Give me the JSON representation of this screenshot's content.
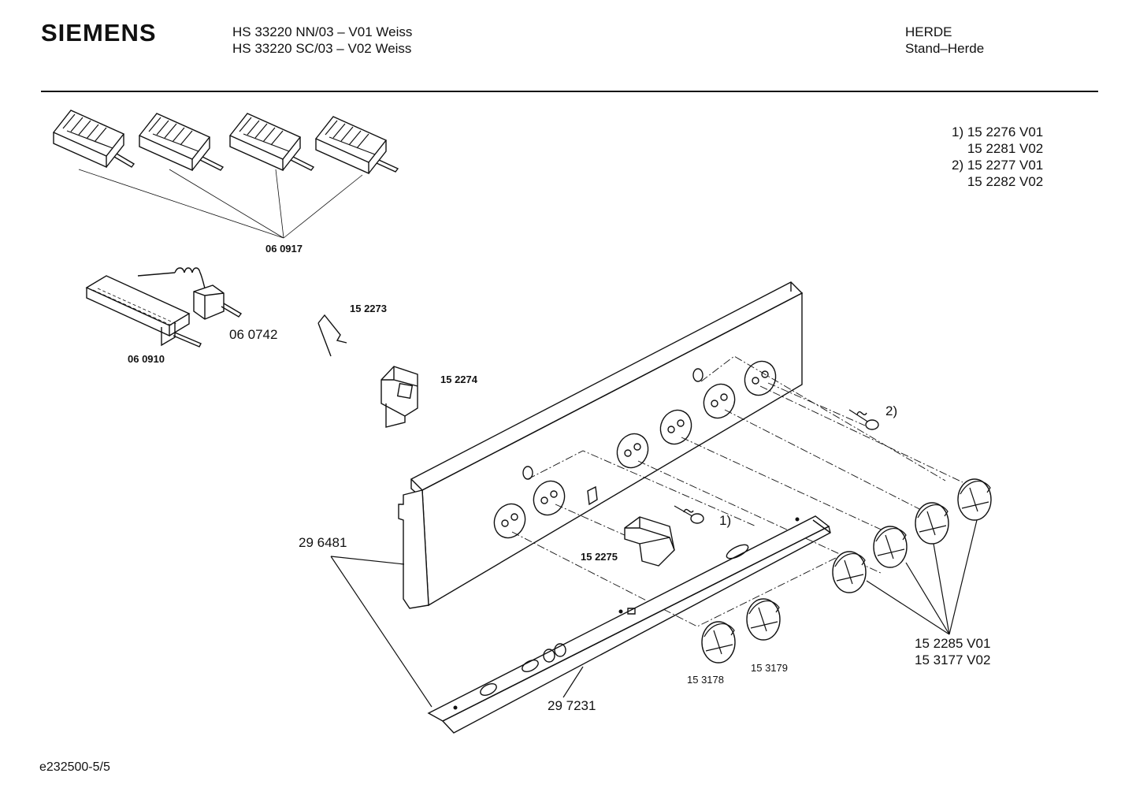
{
  "header": {
    "brand": "SIEMENS",
    "model_line_1": "HS 33220 NN/03 – V01 Weiss",
    "model_line_2": "HS 33220 SC/03 – V02 Weiss",
    "category_1": "HERDE",
    "category_2": "Stand–Herde"
  },
  "notes": [
    "1) 15 2276 V01",
    "15 2281 V02",
    "2) 15 2277 V01",
    "15 2282 V02"
  ],
  "parts": {
    "switch_group": "06 0917",
    "thermostat": "06 0742",
    "thermostat_housing": "06 0910",
    "clip": "15 2273",
    "socket": "15 2274",
    "lamp_switch": "15 2275",
    "panel": "29 6481",
    "rail": "29 7231",
    "knob_a": "15 3178",
    "knob_b": "15 3179",
    "knob_set_1": "15 2285 V01",
    "knob_set_2": "15 3177 V02",
    "note_ref_1": "1)",
    "note_ref_2": "2)"
  },
  "footer": {
    "doc_id": "e232500-5/5"
  }
}
